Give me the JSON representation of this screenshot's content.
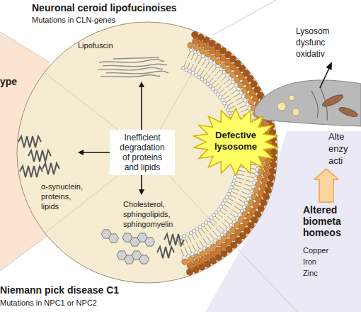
{
  "diagram": {
    "nodes": [
      {
        "text": [
          "Lipofuscin"
        ]
      },
      {
        "text": [
          "Inefficient degradation of proteins and lipids"
        ]
      },
      {
        "text": [
          "α-synuclein, proteins, lipids"
        ]
      },
      {
        "text": [
          "Cholesterol, sphingolipids, sphingomyelin"
        ]
      },
      {
        "text": [
          "Defective lysosome"
        ]
      },
      {
        "text": [
          "Alte enzy acti"
        ]
      },
      {
        "text": [
          "Altered biometa homeos",
          "Copper Iron Zinc"
        ]
      }
    ],
    "edges": [
      {
        "from": 1,
        "to": 0,
        "arrow": "to"
      },
      {
        "from": 1,
        "to": 2,
        "arrow": "to"
      },
      {
        "from": 1,
        "to": 3,
        "arrow": "to"
      },
      {
        "from": 6,
        "to": 5,
        "arrow": "to"
      }
    ],
    "labels": [
      "Neuronal ceroid lipofucinoises",
      "Mutations in CLN-genes",
      "ype",
      "Lysosom dysfunc oxidativ",
      "Niemann pick disease C1",
      "Mutations in NPC1 or NPC2"
    ]
  }
}
